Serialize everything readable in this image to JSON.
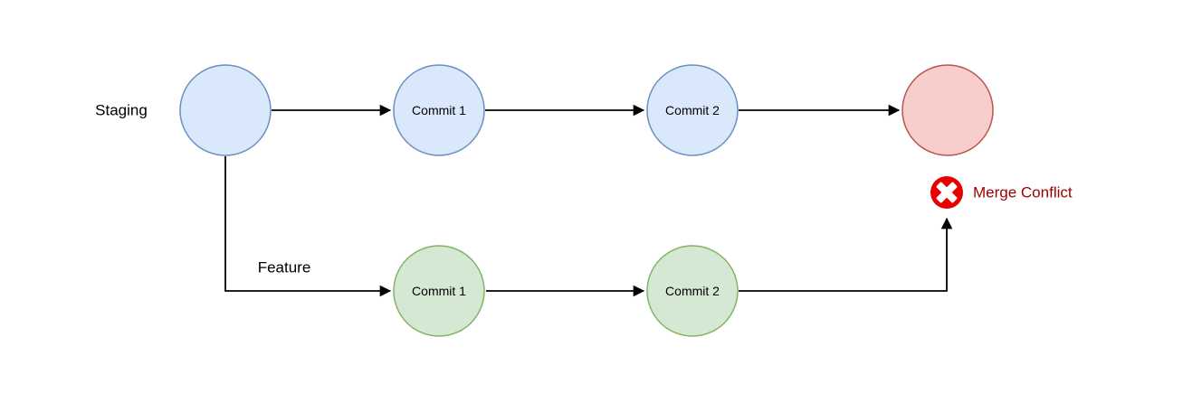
{
  "diagram": {
    "type": "git-branch-merge-diagram",
    "background": "#ffffff",
    "edge_color": "#000000",
    "branch_labels": {
      "staging": "Staging",
      "feature": "Feature"
    },
    "nodes": {
      "staging_start": {
        "label": "",
        "fill": "#dae8fc",
        "stroke": "#6c8ebf"
      },
      "staging_commit_1": {
        "label": "Commit 1",
        "fill": "#dae8fc",
        "stroke": "#6c8ebf"
      },
      "staging_commit_2": {
        "label": "Commit 2",
        "fill": "#dae8fc",
        "stroke": "#6c8ebf"
      },
      "merge_result": {
        "label": "",
        "fill": "#f8cecc",
        "stroke": "#b85450"
      },
      "feature_commit_1": {
        "label": "Commit 1",
        "fill": "#d5e8d4",
        "stroke": "#82b366"
      },
      "feature_commit_2": {
        "label": "Commit 2",
        "fill": "#d5e8d4",
        "stroke": "#82b366"
      }
    },
    "annotation": {
      "icon": "error-x-icon",
      "icon_color": "#e60000",
      "icon_x_color": "#ffffff",
      "label": "Merge Conflict",
      "label_color": "#990000"
    }
  }
}
